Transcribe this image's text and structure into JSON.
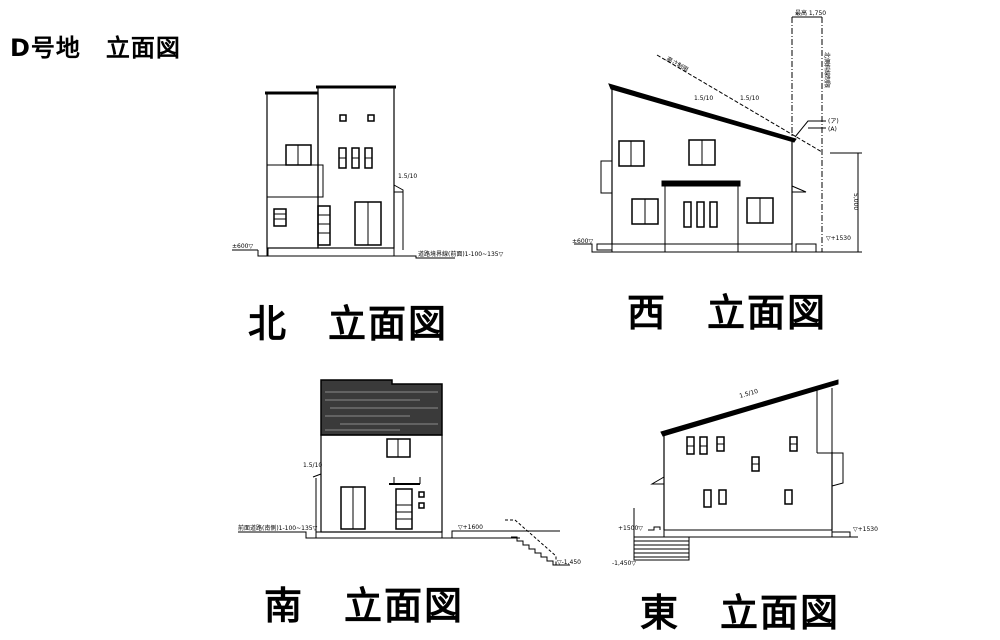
{
  "sheet": {
    "title": "D号地　立面図",
    "background": "#ffffff",
    "ink": "#000000"
  },
  "elevations": [
    {
      "key": "north",
      "caption": "北　立面図",
      "annotations": {
        "ground_level": "±600▽",
        "roof_pitch": "1.5/10",
        "road_note": "道路境界線(前面)1-100~135▽"
      }
    },
    {
      "key": "west",
      "caption": "西　立面図",
      "annotations": {
        "ground_level": "±600▽",
        "height_limit": "高さ制限",
        "roof_pitch_a": "1.5/10",
        "roof_pitch_b": "1.5/10",
        "top_dimension": "最高 1,750",
        "setback_label": "北側斜線制限",
        "marker_a": "(ア)",
        "marker_b": "(A)",
        "height_dimension": "5,000",
        "right_level": "▽+1530"
      }
    },
    {
      "key": "south",
      "caption": "南　立面図",
      "annotations": {
        "road_note": "前面道路(南側)1-100~135▽",
        "roof_pitch": "1.5/10",
        "right_level": "▽+1600",
        "lower_level": "▽-1,450"
      }
    },
    {
      "key": "east",
      "caption": "東　立面図",
      "annotations": {
        "roof_pitch": "1.5/10",
        "left_level": "+1500▽",
        "lower_level": "-1,450▽",
        "right_level": "▽+1530"
      }
    }
  ]
}
